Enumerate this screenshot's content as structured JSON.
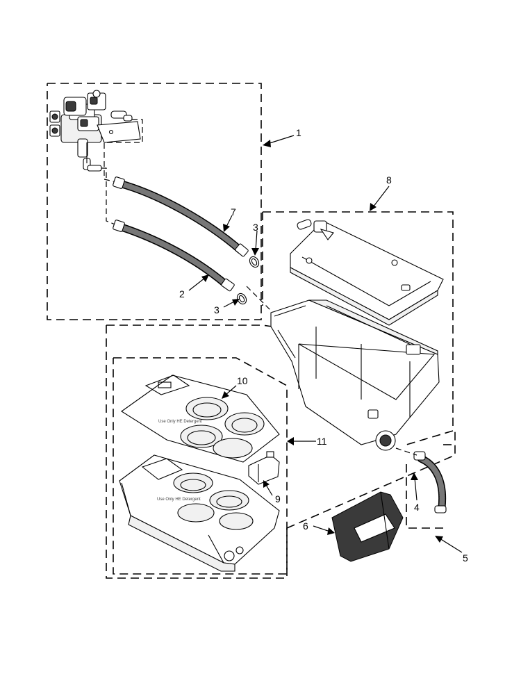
{
  "callouts": {
    "c1": "1",
    "c2": "2",
    "c3a": "3",
    "c3b": "3",
    "c4": "4",
    "c5": "5",
    "c6": "6",
    "c7": "7",
    "c8": "8",
    "c9": "9",
    "c10": "10",
    "c11": "11"
  },
  "tray_print": {
    "top": "Use Only HE Detergent",
    "bottom": "Use Only HE Detergent"
  }
}
